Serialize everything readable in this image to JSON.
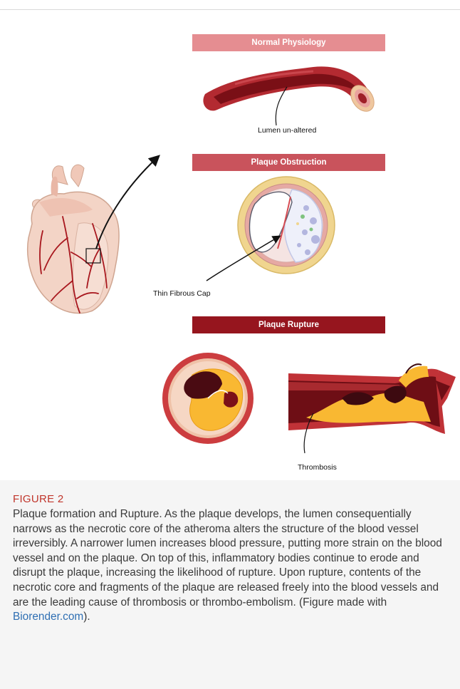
{
  "figure": {
    "banners": {
      "normal": "Normal Physiology",
      "obstruction": "Plaque Obstruction",
      "rupture": "Plaque Rupture"
    },
    "labels": {
      "lumen": "Lumen un-altered",
      "cap": "Thin Fibrous Cap",
      "thrombosis": "Thrombosis"
    },
    "colors": {
      "normal_banner": "#e58d91",
      "obstruction_banner": "#c9535c",
      "rupture_banner": "#96151e",
      "heading": "#c0352b",
      "link": "#2f6fb3"
    }
  },
  "caption": {
    "heading": "FIGURE 2",
    "text": "Plaque formation and Rupture. As the plaque develops, the lumen consequentially narrows as the necrotic core of the atheroma alters the structure of the blood vessel irreversibly. A narrower lumen increases blood pressure, putting more strain on the blood vessel and on the plaque. On top of this, inflammatory bodies continue to erode and disrupt the plaque, increasing the likelihood of rupture. Upon rupture, contents of the necrotic core and fragments of the plaque are released freely into the blood vessels and are the leading cause of thrombosis or thrombo-embolism. (Figure made with ",
    "link_text": "Biorender.com",
    "tail": ")."
  }
}
